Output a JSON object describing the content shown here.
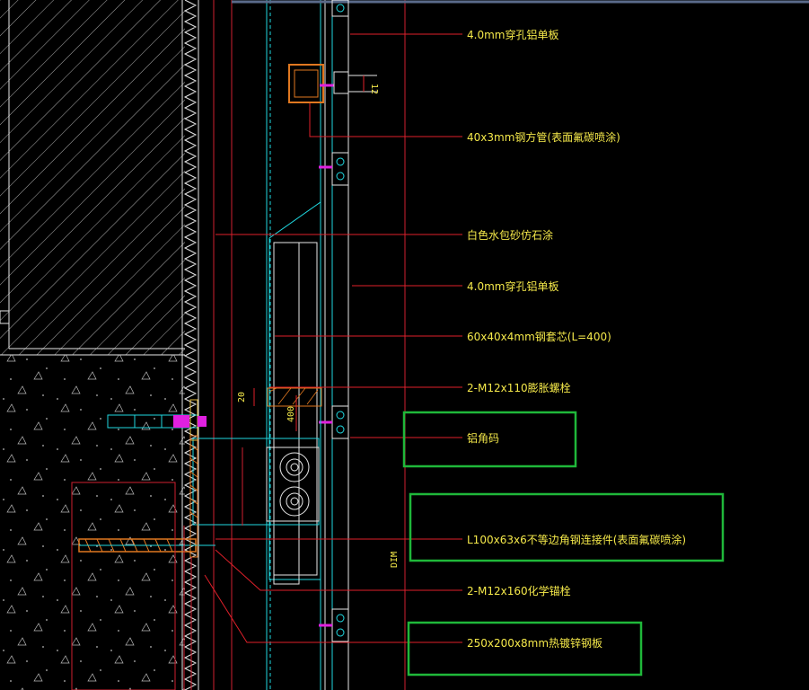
{
  "labels": {
    "perf_panel_top": "4.0mm穿孔铝单板",
    "square_tube": "40x3mm钢方管(表面氟碳喷涂)",
    "stone_coating": "白色水包砂仿石涂",
    "perf_panel_mid": "4.0mm穿孔铝单板",
    "steel_sleeve": "60x40x4mm钢套芯(L=400)",
    "expansion_bolt": "2-M12x110膨胀螺栓",
    "corner_code": "铝角码",
    "angle_connector": "L100x63x6不等边角钢连接件(表面氟碳喷涂)",
    "chemical_anchor": "2-M12x160化学锚栓",
    "embed_plate": "250x200x8mm热镀锌钢板"
  },
  "dimensions": {
    "d12": "12",
    "d20": "20",
    "d400": "400",
    "dim_tag": "DIM"
  },
  "colors": {
    "background": "#000000",
    "text": "#f5e94a",
    "leader": "#e0202a",
    "structure": "#20d8e0",
    "highlight": "#1fb83a",
    "anchor": "#e07820",
    "bolt_head": "#e020e0"
  }
}
